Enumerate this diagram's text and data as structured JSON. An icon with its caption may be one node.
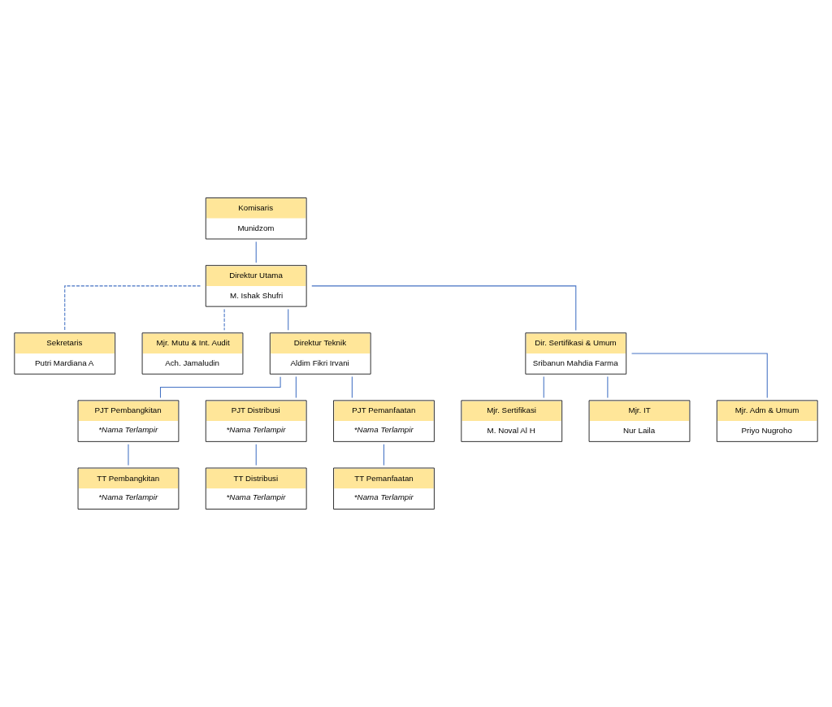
{
  "diagram": {
    "nodes": [
      {
        "text": [
          "Komisaris",
          "Munidzom"
        ]
      },
      {
        "text": [
          "Direktur Utama",
          "M. Ishak Shufri"
        ]
      },
      {
        "text": [
          "Sekretaris",
          "Putri Mardiana A"
        ]
      },
      {
        "text": [
          "Mjr. Mutu & Int. Audit",
          "Ach. Jamaludin"
        ]
      },
      {
        "text": [
          "Direktur Teknik",
          "Aldim Fikri Irvani"
        ]
      },
      {
        "text": [
          "Dir. Sertifikasi & Umum",
          "Sribanun Mahdia Farma"
        ]
      },
      {
        "text": [
          "PJT Pembangkitan",
          "*Nama Terlampir"
        ]
      },
      {
        "text": [
          "PJT Distribusi",
          "*Nama Terlampir"
        ]
      },
      {
        "text": [
          "PJT Pemanfaatan",
          "*Nama Terlampir"
        ]
      },
      {
        "text": [
          "TT Pembangkitan",
          "*Nama Terlampir"
        ]
      },
      {
        "text": [
          "TT Distribusi",
          "*Nama Terlampir"
        ]
      },
      {
        "text": [
          "TT Pemanfaatan",
          "*Nama Terlampir"
        ]
      },
      {
        "text": [
          "Mjr. Sertifikasi",
          "M. Noval Al H"
        ]
      },
      {
        "text": [
          "Mjr. IT",
          "Nur Laila"
        ]
      },
      {
        "text": [
          "Mjr. Adm & Umum",
          "Priyo Nugroho"
        ]
      }
    ],
    "edges": [
      {
        "from": 0,
        "to": 1,
        "arrow": "none"
      },
      {
        "from": 1,
        "to": 2,
        "arrow": "none",
        "style": "dashed"
      },
      {
        "from": 1,
        "to": 3,
        "arrow": "none",
        "style": "dashed"
      },
      {
        "from": 1,
        "to": 4,
        "arrow": "none"
      },
      {
        "from": 1,
        "to": 5,
        "arrow": "none"
      },
      {
        "from": 4,
        "to": 6,
        "arrow": "none"
      },
      {
        "from": 4,
        "to": 7,
        "arrow": "none"
      },
      {
        "from": 4,
        "to": 8,
        "arrow": "none"
      },
      {
        "from": 6,
        "to": 9,
        "arrow": "none"
      },
      {
        "from": 7,
        "to": 10,
        "arrow": "none"
      },
      {
        "from": 8,
        "to": 11,
        "arrow": "none"
      },
      {
        "from": 5,
        "to": 12,
        "arrow": "none"
      },
      {
        "from": 5,
        "to": 13,
        "arrow": "none"
      },
      {
        "from": 5,
        "to": 14,
        "arrow": "none"
      }
    ]
  }
}
